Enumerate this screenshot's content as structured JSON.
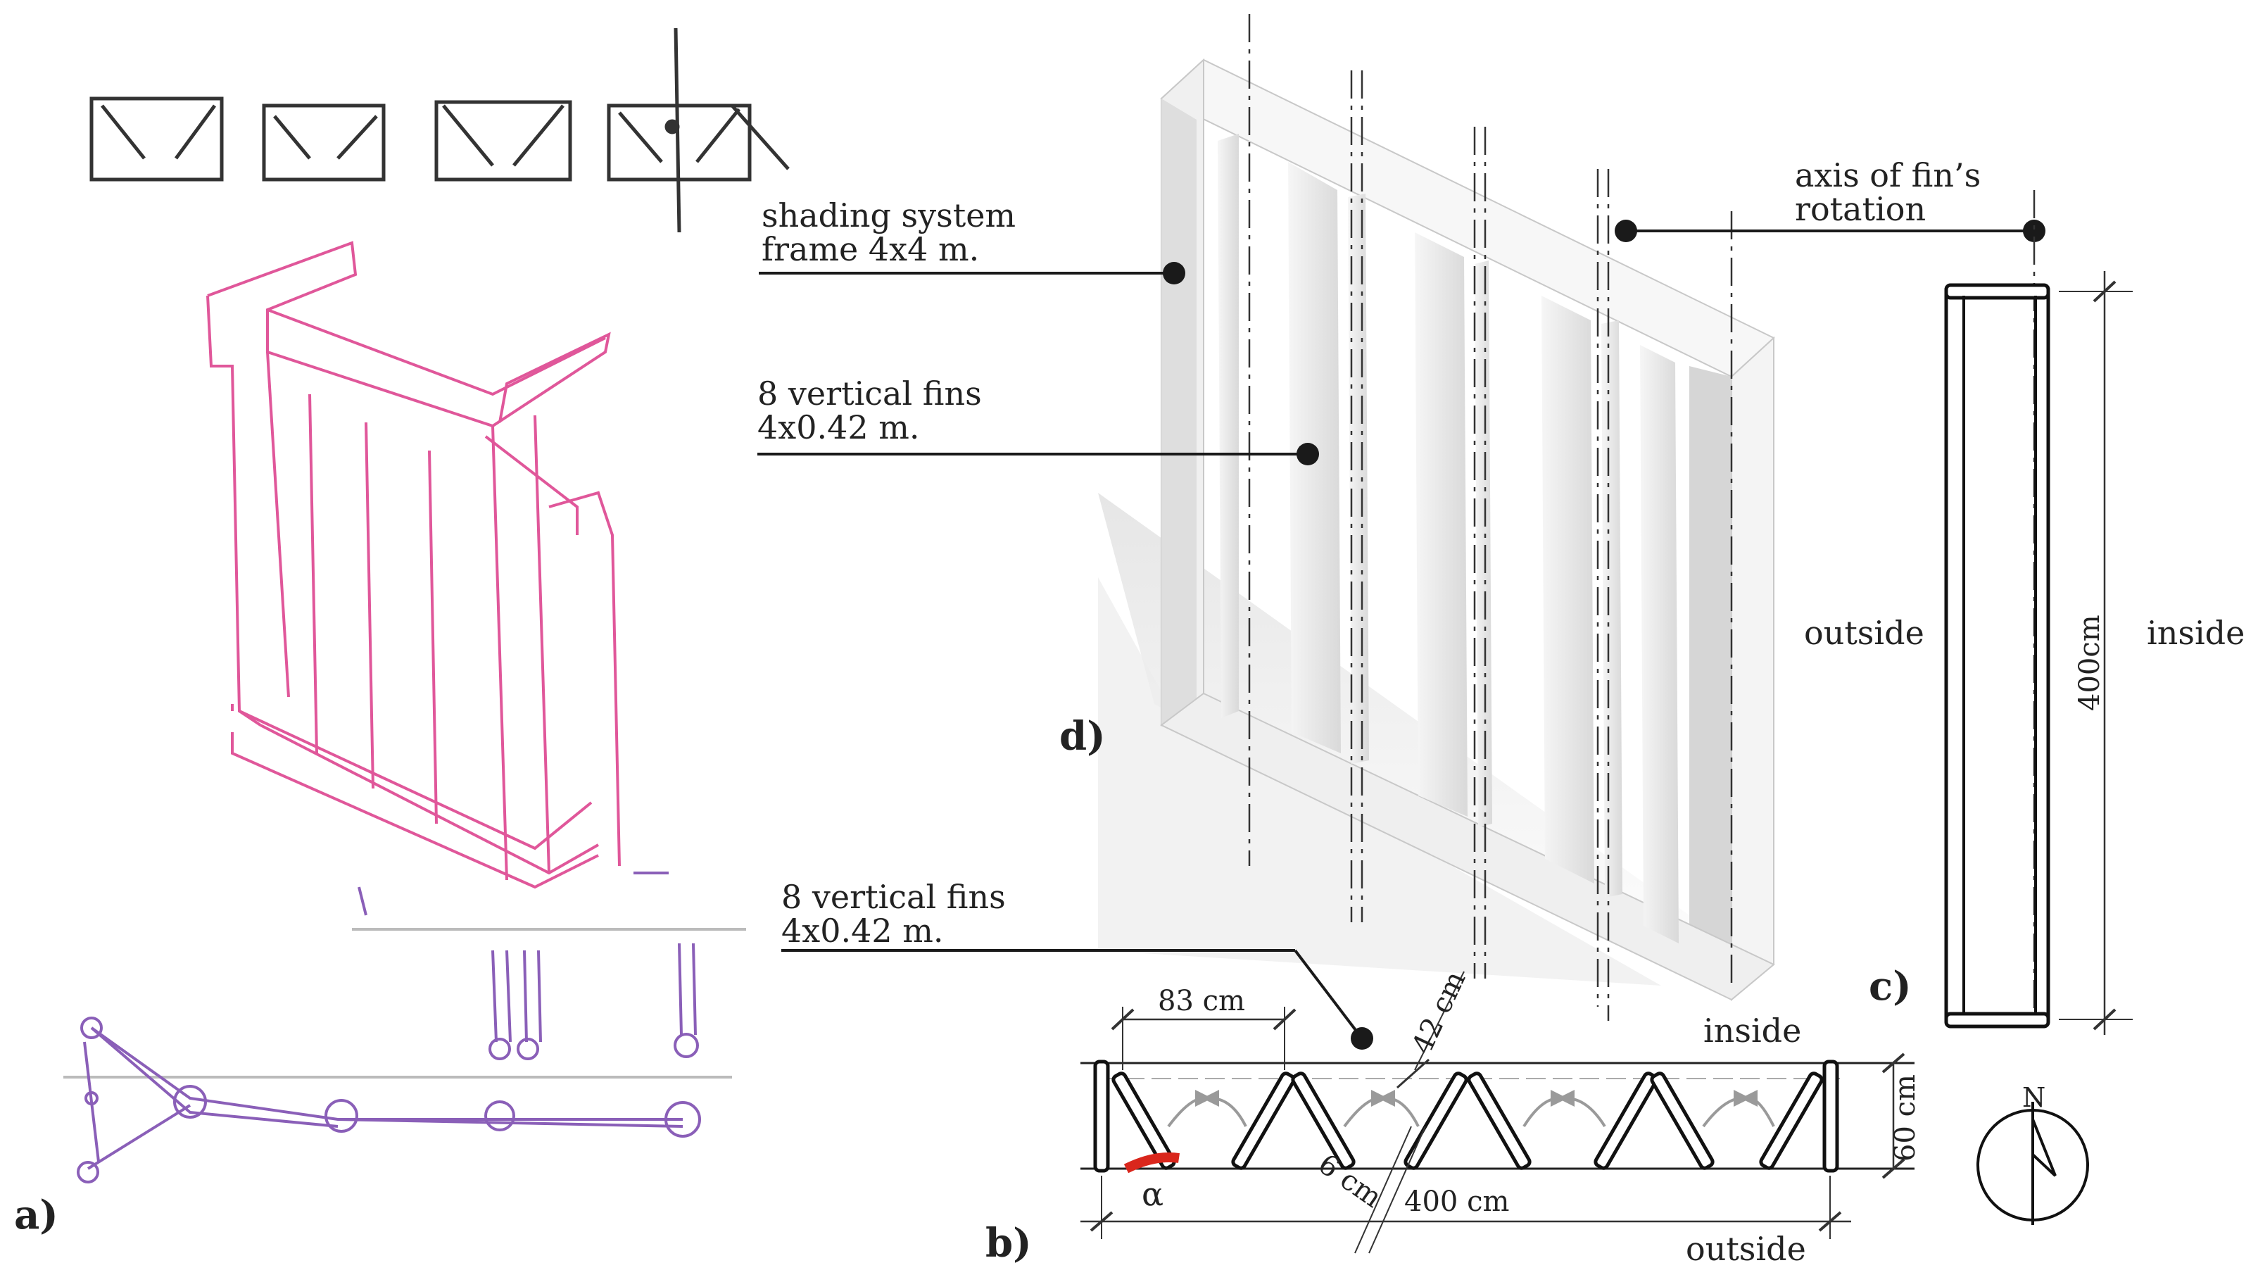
{
  "panels": {
    "a": "a)",
    "b": "b)",
    "c": "c)",
    "d": "d)"
  },
  "labels": {
    "frame": [
      "shading system",
      "frame 4x4 m."
    ],
    "fins_iso": [
      "8 vertical fins",
      "4x0.42 m."
    ],
    "fins_plan": [
      "8 vertical fins",
      "4x0.42 m."
    ],
    "axis": [
      "axis of fin’s",
      "rotation"
    ]
  },
  "plan": {
    "spacing": "83 cm",
    "fin_width": "42 cm",
    "depth": "60 cm",
    "thickness": "6 cm",
    "length": "400 cm",
    "angle": "α",
    "inside": "inside",
    "outside": "outside"
  },
  "section": {
    "height": "400cm",
    "outside": "outside",
    "inside": "inside"
  },
  "compass": {
    "north": "N"
  },
  "colors": {
    "sketch_pink": "#e0579a",
    "sketch_purple": "#8a5fb8",
    "angle_red": "#d9261c",
    "ink": "#1a1a1a"
  }
}
